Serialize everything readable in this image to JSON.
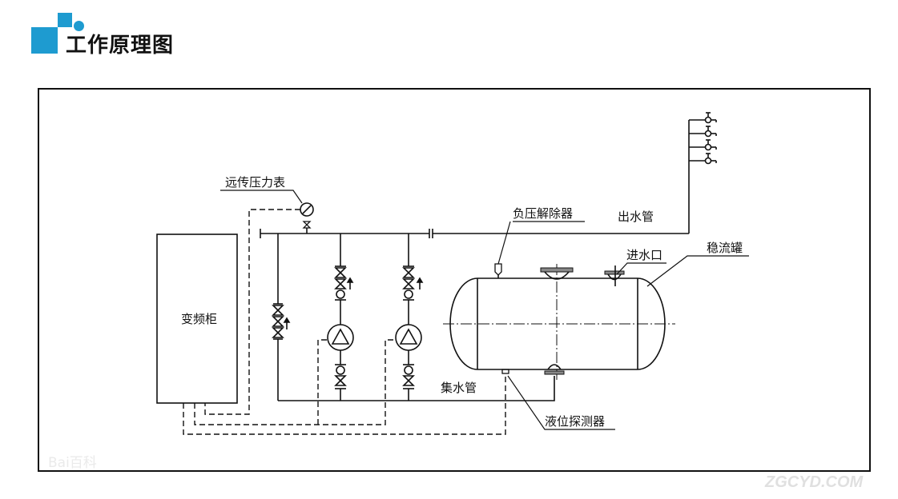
{
  "header": {
    "title": "工作原理图",
    "brand_color": "#1e9bd0"
  },
  "diagram": {
    "labels": {
      "vfd_cabinet": "变频柜",
      "remote_pressure_gauge": "远传压力表",
      "negative_pressure_eliminator": "负压解除器",
      "outlet_pipe": "出水管",
      "water_inlet": "进水口",
      "stabilizing_tank": "稳流罐",
      "collector_pipe": "集水管",
      "level_detector": "液位探测器"
    },
    "outlet_taps_count": 4,
    "pump_count": 2
  },
  "watermarks": {
    "left": "Bai百科",
    "right": "ZGCYD.COM"
  }
}
